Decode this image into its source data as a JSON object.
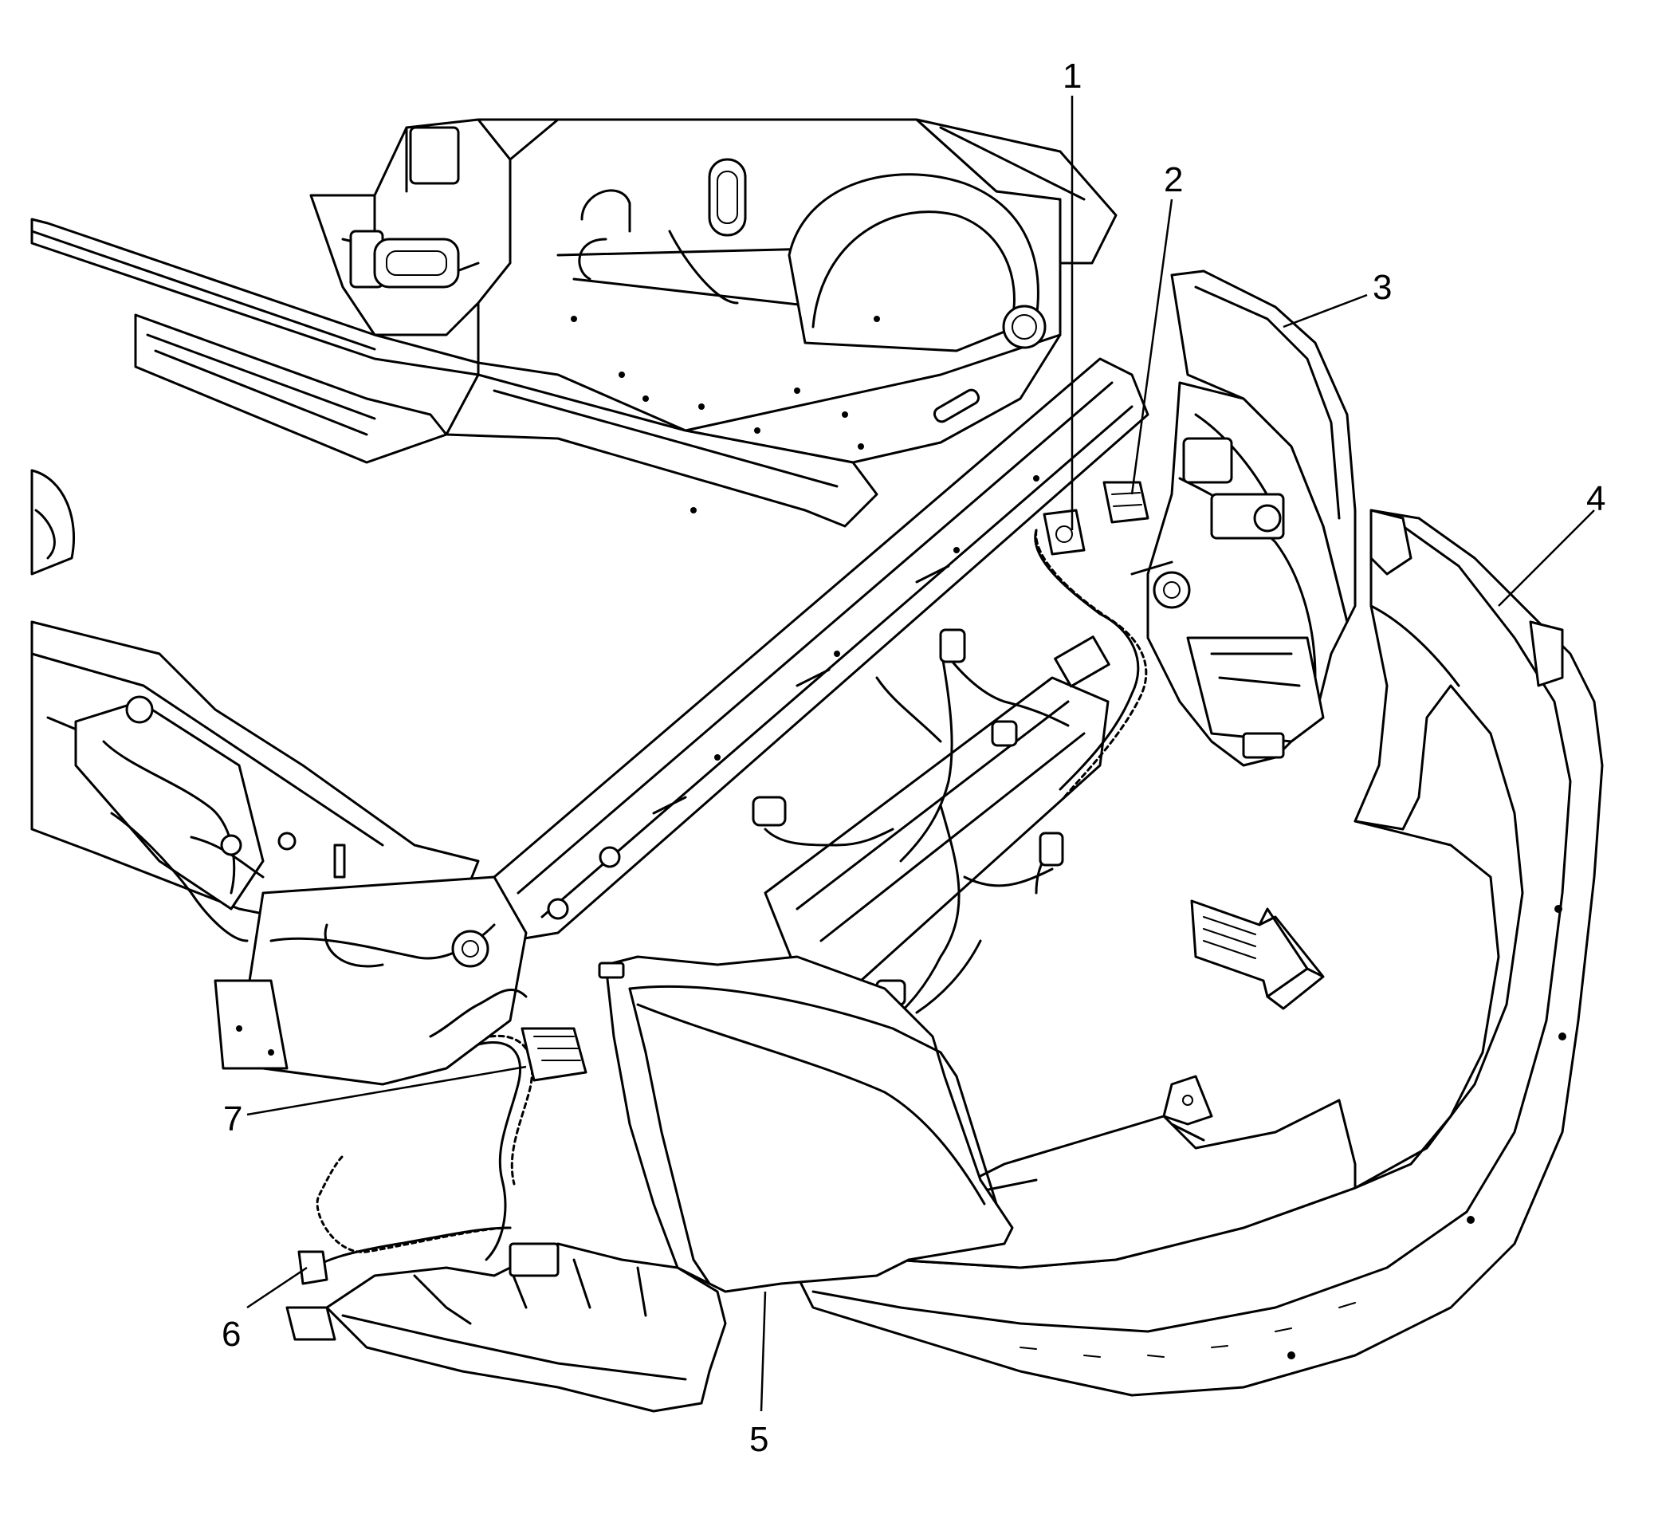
{
  "callouts": [
    {
      "id": "1",
      "label": "1"
    },
    {
      "id": "2",
      "label": "2"
    },
    {
      "id": "3",
      "label": "3"
    },
    {
      "id": "4",
      "label": "4"
    },
    {
      "id": "5",
      "label": "5"
    },
    {
      "id": "6",
      "label": "6"
    },
    {
      "id": "7",
      "label": "7"
    }
  ],
  "parts": {
    "body_structure": "front-body-structure",
    "radiator_support": "radiator-support-crossmember",
    "headlamp_right": "headlamp-assembly-right",
    "headlamp_left": "headlamp-assembly-left",
    "front_fascia": "front-bumper-fascia",
    "wiring_harness": "headlamp-wiring-harness",
    "direction_arrow": "vehicle-front-direction-arrow"
  }
}
